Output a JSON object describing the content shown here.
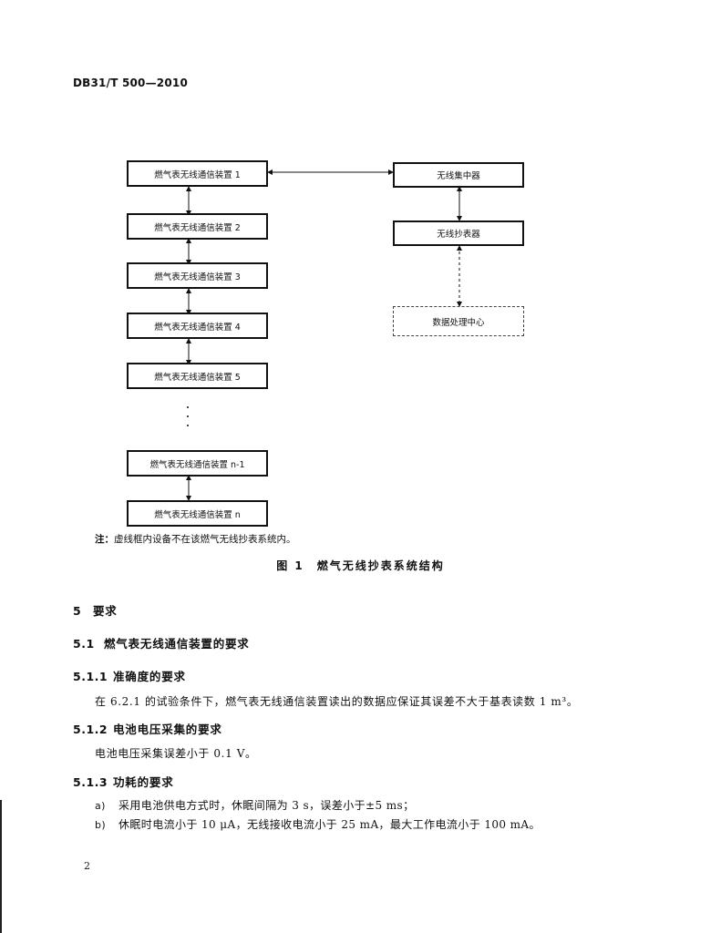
{
  "header": {
    "doc_code": "DB31/T 500—2010"
  },
  "diagram": {
    "left_boxes": [
      "燃气表无线通信装置 1",
      "燃气表无线通信装置 2",
      "燃气表无线通信装置 3",
      "燃气表无线通信装置 4",
      "燃气表无线通信装置 5"
    ],
    "left_boxes_bottom": [
      "燃气表无线通信装置 n-1",
      "燃气表无线通信装置 n"
    ],
    "concentrator": "无线集中器",
    "reader": "无线抄表器",
    "data_center": "数据处理中心"
  },
  "note": {
    "prefix": "注：",
    "text": "虚线框内设备不在该燃气无线抄表系统内。"
  },
  "figure_caption": "图 1　燃气无线抄表系统结构",
  "sections": {
    "s5": {
      "num": "5",
      "title": "要求"
    },
    "s51": {
      "num": "5.1",
      "title": "燃气表无线通信装置的要求"
    },
    "s511": {
      "num": "5.1.1",
      "title": "准确度的要求",
      "text": "在 6.2.1 的试验条件下，燃气表无线通信装置读出的数据应保证其误差不大于基表读数 1 m³。"
    },
    "s512": {
      "num": "5.1.2",
      "title": "电池电压采集的要求",
      "text": "电池电压采集误差小于 0.1 V。"
    },
    "s513": {
      "num": "5.1.3",
      "title": "功耗的要求",
      "items": [
        {
          "marker": "a)",
          "text": "采用电池供电方式时，休眠间隔为 3 s，误差小于±5 ms；"
        },
        {
          "marker": "b)",
          "text": "休眠时电流小于 10 μA，无线接收电流小于 25 mA，最大工作电流小于 100 mA。"
        }
      ]
    }
  },
  "footer": {
    "page_number": "2"
  }
}
